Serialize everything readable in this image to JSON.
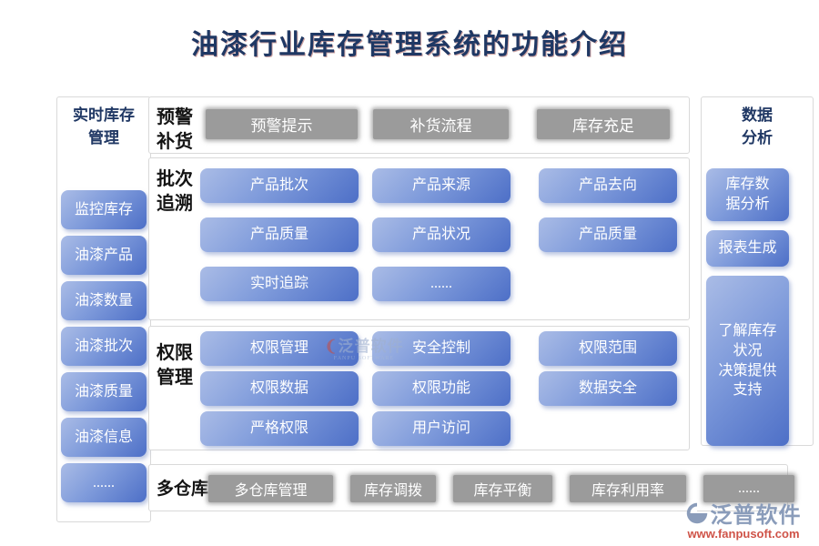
{
  "title": "油漆行业库存管理系统的功能介绍",
  "left_panel": {
    "header": "实时库存\n管理",
    "items": [
      "监控库存",
      "油漆产品",
      "油漆数量",
      "油漆批次",
      "油漆质量",
      "油漆信息",
      "......"
    ]
  },
  "sections": {
    "alert": {
      "label": "预警\n补货",
      "buttons": [
        "预警提示",
        "补货流程",
        "库存充足"
      ]
    },
    "batch": {
      "label": "批次\n追溯",
      "rows": [
        [
          "产品批次",
          "产品来源",
          "产品去向"
        ],
        [
          "产品质量",
          "产品状况",
          "产品质量"
        ],
        [
          "实时追踪",
          "......"
        ]
      ]
    },
    "perm": {
      "label": "权限\n管理",
      "rows": [
        [
          "权限管理",
          "安全控制",
          "权限范围"
        ],
        [
          "权限数据",
          "权限功能",
          "数据安全"
        ],
        [
          "严格权限",
          "用户访问"
        ]
      ]
    },
    "warehouse": {
      "label": "多仓库",
      "buttons": [
        "多仓库管理",
        "库存调拨",
        "库存平衡",
        "库存利用率",
        "......"
      ]
    }
  },
  "right_panel": {
    "header": "数据\n分析",
    "items": [
      "库存数\n据分析",
      "报表生成",
      "了解库存\n状况\n决策提供\n支持"
    ]
  },
  "watermark": {
    "text": "泛普软件",
    "subtext": "FANPU SOFTWARE"
  },
  "logo": {
    "name": "泛普软件",
    "url": "www.fanpusoft.com"
  },
  "colors": {
    "title_text": "#1f3864",
    "blue_button_light": "#aabce6",
    "blue_button_dark": "#4d6fc7",
    "gray_button": "#9b9b9b",
    "panel_border": "#d9d9d9",
    "logo_text": "#8a9cba",
    "logo_url": "#cf5348"
  }
}
